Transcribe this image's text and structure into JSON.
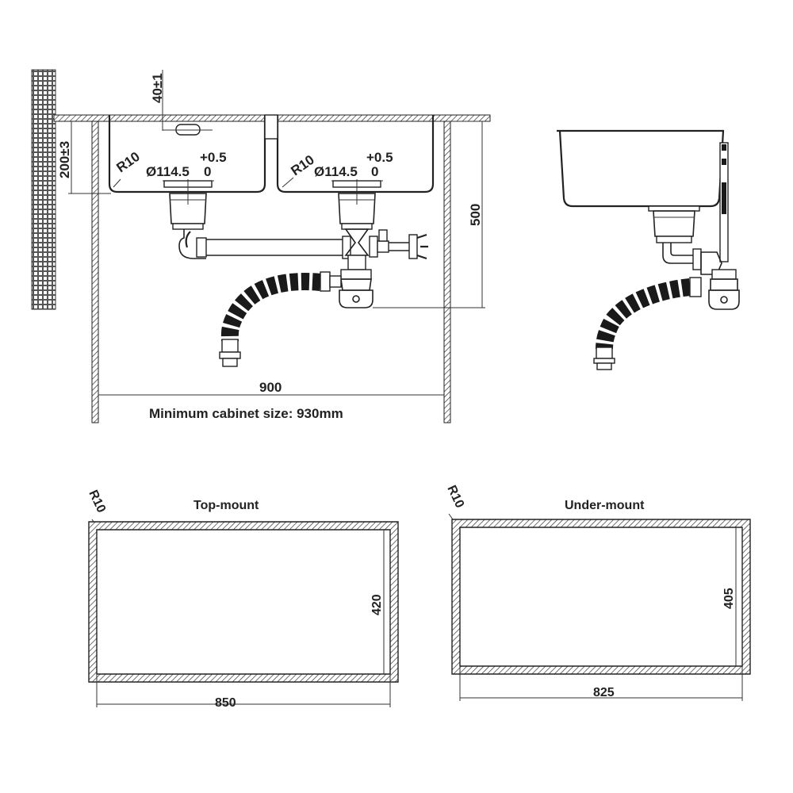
{
  "side_view": {
    "offset_label": "40±1",
    "depth_label": "200±3",
    "radius_left": "R10",
    "radius_right": "R10",
    "tol_upper_left": "+0.5",
    "drain_dia_left": "Ø114.5",
    "tol_lower_left": "0",
    "tol_upper_right": "+0.5",
    "drain_dia_right": "Ø114.5",
    "tol_lower_right": "0",
    "height_label": "500",
    "width_label": "900",
    "cabinet_note": "Minimum cabinet size: 930mm"
  },
  "top_mount": {
    "title": "Top-mount",
    "radius_label": "R10",
    "width_label": "850",
    "height_label": "420"
  },
  "under_mount": {
    "title": "Under-mount",
    "radius_label": "R10",
    "width_label": "825",
    "height_label": "405"
  }
}
